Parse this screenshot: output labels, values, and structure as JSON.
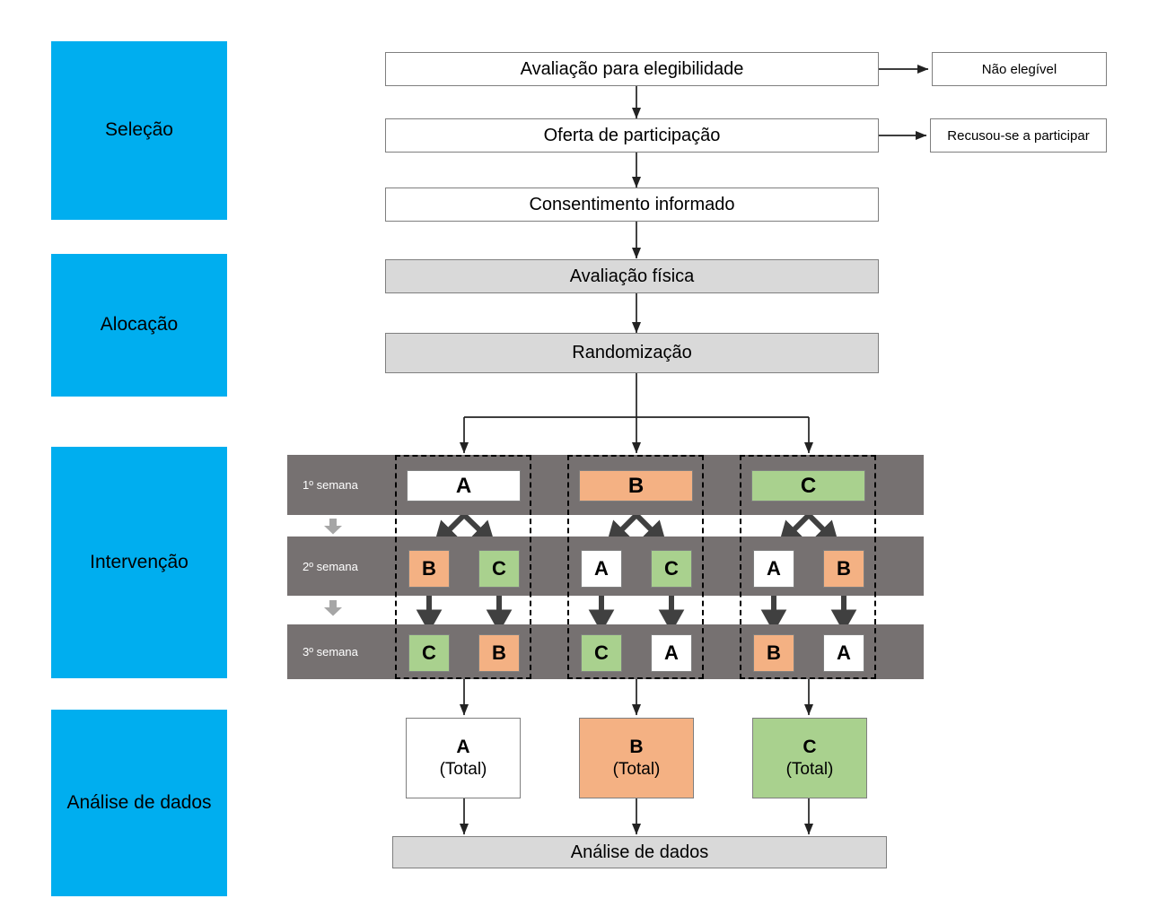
{
  "phases": [
    {
      "id": "selecao",
      "label": "Seleção"
    },
    {
      "id": "alocacao",
      "label": "Alocação"
    },
    {
      "id": "intervencao",
      "label": "Intervenção"
    },
    {
      "id": "analise",
      "label": "Análise de dados"
    }
  ],
  "flow": {
    "eligibility": {
      "label": "Avaliação para elegibilidade",
      "style": "white"
    },
    "not_eligible": {
      "label": "Não elegível",
      "style": "white"
    },
    "offer": {
      "label": "Oferta de participação",
      "style": "white"
    },
    "refused": {
      "label": "Recusou-se a participar",
      "style": "white"
    },
    "consent": {
      "label": "Consentimento informado",
      "style": "white"
    },
    "physical": {
      "label": "Avaliação física",
      "style": "gray"
    },
    "randomization": {
      "label": "Randomização",
      "style": "gray"
    },
    "analysis": {
      "label": "Análise de dados",
      "style": "gray"
    }
  },
  "intervention": {
    "weeks": [
      {
        "id": "w1",
        "label": "1º semana"
      },
      {
        "id": "w2",
        "label": "2º semana"
      },
      {
        "id": "w3",
        "label": "3º semana"
      }
    ],
    "sequences": [
      {
        "id": "seq-1",
        "week1": "A",
        "week2": [
          "B",
          "C"
        ],
        "week3": [
          "C",
          "B"
        ]
      },
      {
        "id": "seq-2",
        "week1": "B",
        "week2": [
          "A",
          "C"
        ],
        "week3": [
          "C",
          "A"
        ]
      },
      {
        "id": "seq-3",
        "week1": "C",
        "week2": [
          "A",
          "B"
        ],
        "week3": [
          "B",
          "A"
        ]
      }
    ]
  },
  "totals": [
    {
      "id": "total-a",
      "letter": "A",
      "sub": "(Total)",
      "style": "A"
    },
    {
      "id": "total-b",
      "letter": "B",
      "sub": "(Total)",
      "style": "B"
    },
    {
      "id": "total-c",
      "letter": "C",
      "sub": "(Total)",
      "style": "C"
    }
  ],
  "colors": {
    "phase_blue": "#00AEEF",
    "band_gray": "#767171",
    "box_gray": "#D9D9D9",
    "treatment_a": "#FFFFFF",
    "treatment_b": "#F4B183",
    "treatment_c": "#A9D18E",
    "border_gray": "#7F7F7F",
    "arrow_dark": "#404040"
  }
}
